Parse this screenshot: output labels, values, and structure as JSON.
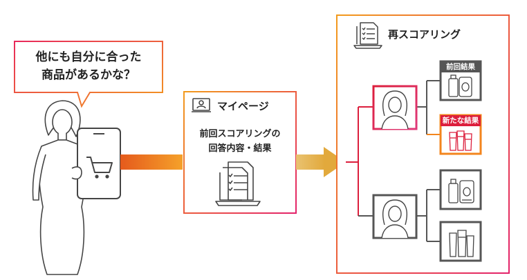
{
  "speech": {
    "line1": "他にも自分に合った",
    "line2": "商品があるかな？"
  },
  "mypage": {
    "title": "マイページ",
    "line1": "前回スコアリングの",
    "line2": "回答内容・結果"
  },
  "rescoring": {
    "title": "再スコアリング",
    "previous_result": "前回結果",
    "new_result": "新たな結果"
  },
  "icons": {
    "user": "person-silhouette-icon",
    "tablet": "tablet-cart-icon",
    "mypage": "profile-card-icon",
    "document": "document-laptop-icon",
    "checklist": "checklist-laptop-icon",
    "female": "woman-avatar-icon",
    "products": "cosmetic-bottles-icon"
  },
  "colors": {
    "gradient_start": "#ef8a1f",
    "gradient_end": "#e8285a",
    "highlight_red": "#dc1e3c",
    "highlight_orange": "#f3851d",
    "gray": "#555555",
    "arrow1_start": "#e8581e",
    "arrow1_end": "#f6a02a",
    "arrow2_start": "#e3b34c",
    "arrow2_end": "#eec54e"
  }
}
